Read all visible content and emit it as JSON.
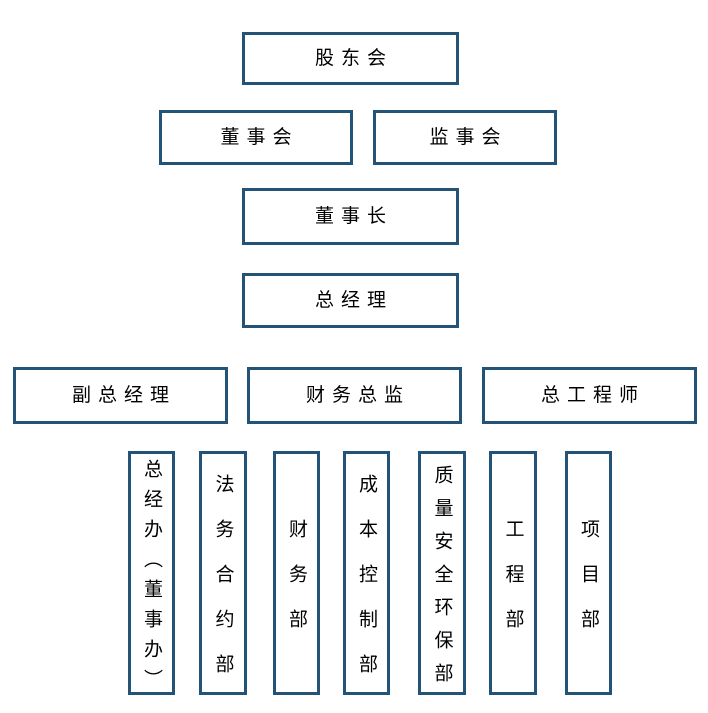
{
  "org": {
    "level1": [
      {
        "label": "股东会"
      }
    ],
    "level2": [
      {
        "label": "董事会"
      },
      {
        "label": "监事会"
      }
    ],
    "level3": [
      {
        "label": "董事长"
      }
    ],
    "level4": [
      {
        "label": "总经理"
      }
    ],
    "level5": [
      {
        "label": "副总经理"
      },
      {
        "label": "财务总监"
      },
      {
        "label": "总工程师"
      }
    ],
    "departments": [
      {
        "label": "总经办（董事办）"
      },
      {
        "label": "法务合约部"
      },
      {
        "label": "财务部"
      },
      {
        "label": "成本控制部"
      },
      {
        "label": "质量安全环保部"
      },
      {
        "label": "工程部"
      },
      {
        "label": "项目部"
      }
    ]
  },
  "colors": {
    "border": "#235377",
    "text": "#000000",
    "background": "#ffffff"
  }
}
